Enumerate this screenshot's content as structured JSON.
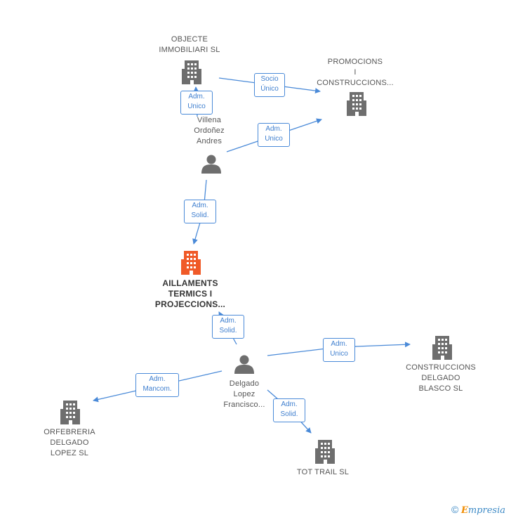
{
  "nodes": {
    "objecte": {
      "label": "OBJECTE\nIMMOBILIARI SL",
      "type": "company"
    },
    "promocions": {
      "label": "PROMOCIONS\nI\nCONSTRUCCIONS...",
      "type": "company"
    },
    "villena": {
      "label": "Villena\nOrdoñez\nAndres",
      "type": "person"
    },
    "aillaments": {
      "label": "AILLAMENTS\nTERMICS I\nPROJECCIONS...",
      "type": "company-main"
    },
    "delgado": {
      "label": "Delgado\nLopez\nFrancisco...",
      "type": "person"
    },
    "construccions": {
      "label": "CONSTRUCCIONS\nDELGADO\nBLASCO SL",
      "type": "company"
    },
    "orfebreria": {
      "label": "ORFEBRERIA\nDELGADO\nLOPEZ  SL",
      "type": "company"
    },
    "tottrail": {
      "label": "TOT TRAIL SL",
      "type": "company"
    }
  },
  "edges": {
    "socio_unico": "Socio\nÚnico",
    "adm_unico_1": "Adm.\nUnico",
    "adm_unico_2": "Adm.\nUnico",
    "adm_solid_1": "Adm.\nSolid.",
    "adm_solid_2": "Adm.\nSolid.",
    "adm_unico_3": "Adm.\nUnico",
    "adm_mancom": "Adm.\nMancom.",
    "adm_solid_3": "Adm.\nSolid."
  },
  "colors": {
    "edge": "#4a8ad8",
    "company": "#6e6e6e",
    "main": "#f05a28",
    "person": "#6e6e6e"
  },
  "watermark": {
    "copyright": "©",
    "brand_first": "E",
    "brand_rest": "mpresia"
  }
}
